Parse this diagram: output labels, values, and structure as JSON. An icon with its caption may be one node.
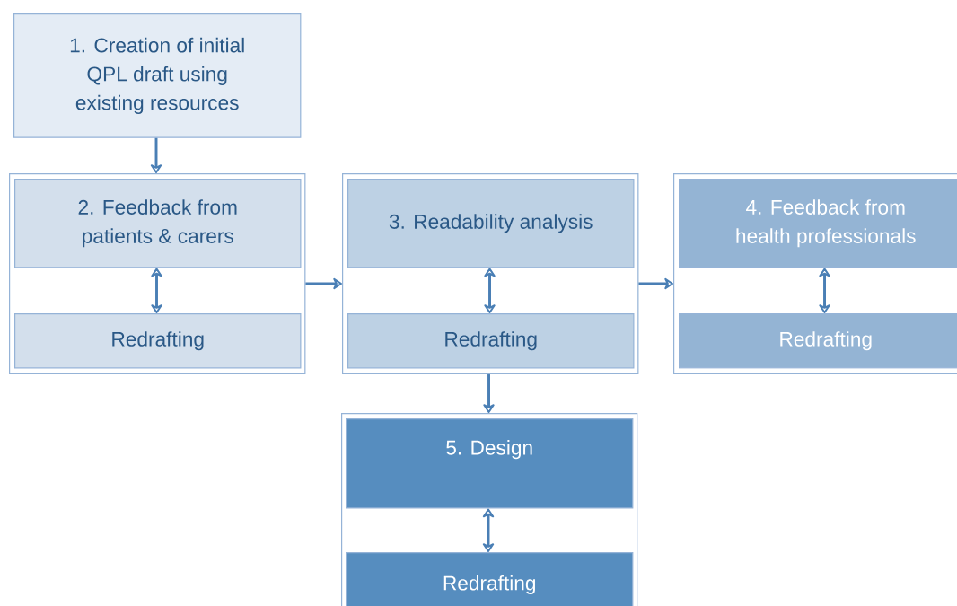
{
  "diagram": {
    "nodes": [
      {
        "text": [
          "1. Creation of initial QPL draft using existing resources"
        ]
      },
      {
        "text": [],
        "shape": "box"
      },
      {
        "text": [
          "2. Feedback from patients & carers"
        ],
        "in": 1
      },
      {
        "text": [
          "Redrafting"
        ],
        "in": 1
      },
      {
        "text": [],
        "shape": "box"
      },
      {
        "text": [
          "3. Readability analysis"
        ],
        "in": 4
      },
      {
        "text": [
          "Redrafting"
        ],
        "in": 4
      },
      {
        "text": [],
        "shape": "box"
      },
      {
        "text": [
          "4. Feedback from health professionals"
        ],
        "in": 7
      },
      {
        "text": [
          "Redrafting"
        ],
        "in": 7
      },
      {
        "text": [],
        "shape": "box"
      },
      {
        "text": [
          "5. Design"
        ],
        "in": 10
      },
      {
        "text": [
          "Redrafting"
        ],
        "in": 10
      }
    ],
    "edges": [
      {
        "from": 0,
        "to": 1,
        "arrow": "to"
      },
      {
        "from": 2,
        "to": 3,
        "arrow": "both"
      },
      {
        "from": 1,
        "to": 4,
        "arrow": "to"
      },
      {
        "from": 5,
        "to": 6,
        "arrow": "both"
      },
      {
        "from": 4,
        "to": 7,
        "arrow": "to"
      },
      {
        "from": 8,
        "to": 9,
        "arrow": "both"
      },
      {
        "from": 4,
        "to": 10,
        "arrow": "to"
      },
      {
        "from": 11,
        "to": 12,
        "arrow": "both"
      }
    ]
  }
}
